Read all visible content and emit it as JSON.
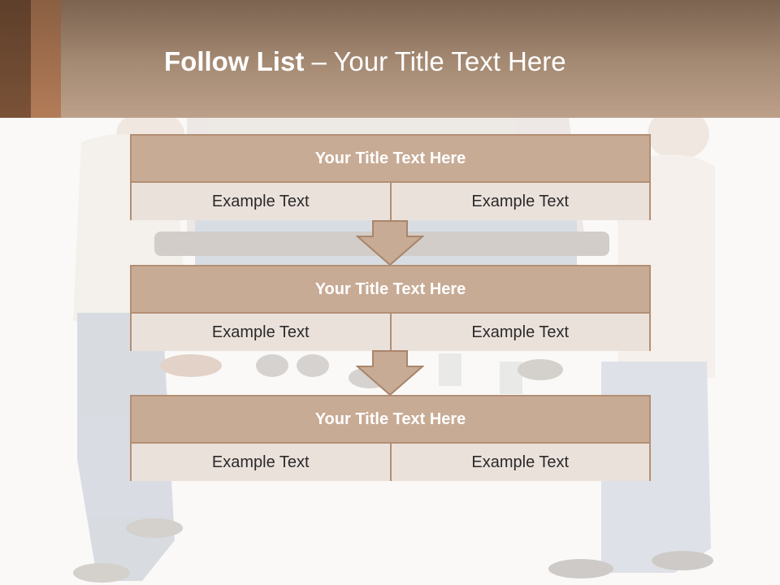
{
  "slide": {
    "title_bold": "Follow List",
    "title_rest": " – Your Title Text Here"
  },
  "blocks": [
    {
      "title": "Your Title Text Here",
      "cells": [
        "Example Text",
        "Example Text"
      ]
    },
    {
      "title": "Your Title Text Here",
      "cells": [
        "Example Text",
        "Example Text"
      ]
    },
    {
      "title": "Your Title Text Here",
      "cells": [
        "Example Text",
        "Example Text"
      ]
    }
  ],
  "colors": {
    "header_brown": "#a68b74",
    "accent_dark": "#5e3f2a",
    "accent_light": "#b37c58",
    "block_title_bg": "#c8ab95",
    "block_border": "#b28f74",
    "cell_bg": "#ebe1db"
  },
  "background_image": "faded photo of people carrying a couch"
}
